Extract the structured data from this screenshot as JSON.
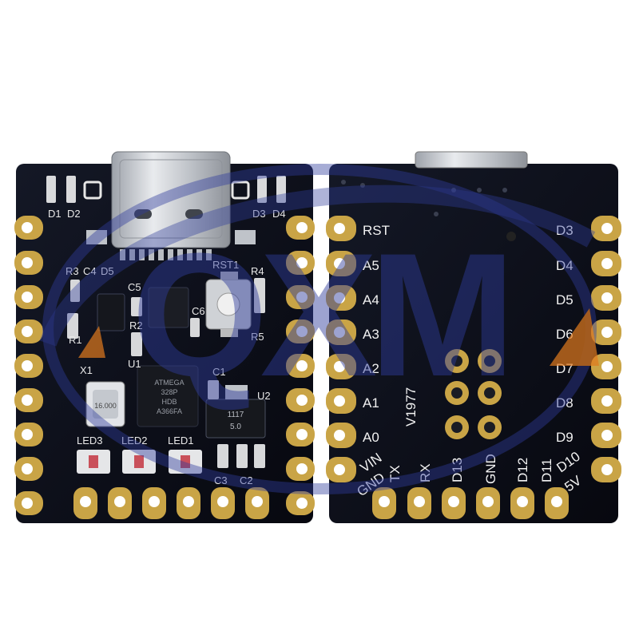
{
  "front": {
    "silk_labels": [
      "D1",
      "D2",
      "D3",
      "D4",
      "R3",
      "C4",
      "D5",
      "C5",
      "RST1",
      "R4",
      "R1",
      "R2",
      "C6",
      "R5",
      "U1",
      "X1",
      "C1",
      "U2",
      "LED3",
      "LED2",
      "LED1",
      "C3",
      "C2"
    ],
    "crystal_text": "16.000",
    "chip_text": [
      "ATMEGA",
      "328P",
      "HDB",
      "A366FA"
    ],
    "regulator_text": [
      "1117",
      "5.0"
    ]
  },
  "back": {
    "left_pins": [
      "RST",
      "A5",
      "A4",
      "A3",
      "A2",
      "A1",
      "A0"
    ],
    "right_pins": [
      "D3",
      "D4",
      "D5",
      "D6",
      "D7",
      "D8",
      "D9"
    ],
    "bottom_pins": [
      "VIN",
      "GND",
      "TX",
      "RX",
      "D13",
      "GND",
      "D12",
      "D11",
      "D10",
      "5V"
    ],
    "version": "V1977"
  },
  "watermark": {
    "text": "QXM"
  },
  "colors": {
    "pcb": "#0d0f1a",
    "gold": "#c9a446",
    "accent": "#2f3d9c",
    "orange": "#e07a1e",
    "usb": "#c8ccd2"
  }
}
